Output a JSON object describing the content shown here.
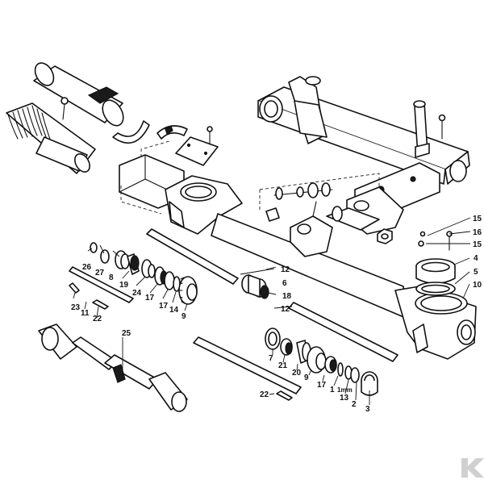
{
  "diagram": {
    "type": "exploded-parts-drawing",
    "callouts": [
      {
        "id": "c1",
        "text": "1"
      },
      {
        "id": "c1mm",
        "text": "1mm"
      },
      {
        "id": "c2",
        "text": "2"
      },
      {
        "id": "c3",
        "text": "3"
      },
      {
        "id": "c4",
        "text": "4"
      },
      {
        "id": "c5",
        "text": "5"
      },
      {
        "id": "c6",
        "text": "6"
      },
      {
        "id": "c7",
        "text": "7"
      },
      {
        "id": "c8",
        "text": "8"
      },
      {
        "id": "c9a",
        "text": "9"
      },
      {
        "id": "c9b",
        "text": "9"
      },
      {
        "id": "c10",
        "text": "10"
      },
      {
        "id": "c11",
        "text": "11"
      },
      {
        "id": "c12a",
        "text": "12"
      },
      {
        "id": "c12b",
        "text": "12"
      },
      {
        "id": "c13",
        "text": "13"
      },
      {
        "id": "c14",
        "text": "14"
      },
      {
        "id": "c15a",
        "text": "15"
      },
      {
        "id": "c15b",
        "text": "15"
      },
      {
        "id": "c16",
        "text": "16"
      },
      {
        "id": "c17a",
        "text": "17"
      },
      {
        "id": "c17b",
        "text": "17"
      },
      {
        "id": "c17c",
        "text": "17"
      },
      {
        "id": "c18",
        "text": "18"
      },
      {
        "id": "c19",
        "text": "19"
      },
      {
        "id": "c20",
        "text": "20"
      },
      {
        "id": "c21",
        "text": "21"
      },
      {
        "id": "c22a",
        "text": "22"
      },
      {
        "id": "c22b",
        "text": "22"
      },
      {
        "id": "c23",
        "text": "23"
      },
      {
        "id": "c24",
        "text": "24"
      },
      {
        "id": "c25",
        "text": "25"
      },
      {
        "id": "c26",
        "text": "26"
      },
      {
        "id": "c27",
        "text": "27"
      }
    ],
    "watermark": "K"
  }
}
